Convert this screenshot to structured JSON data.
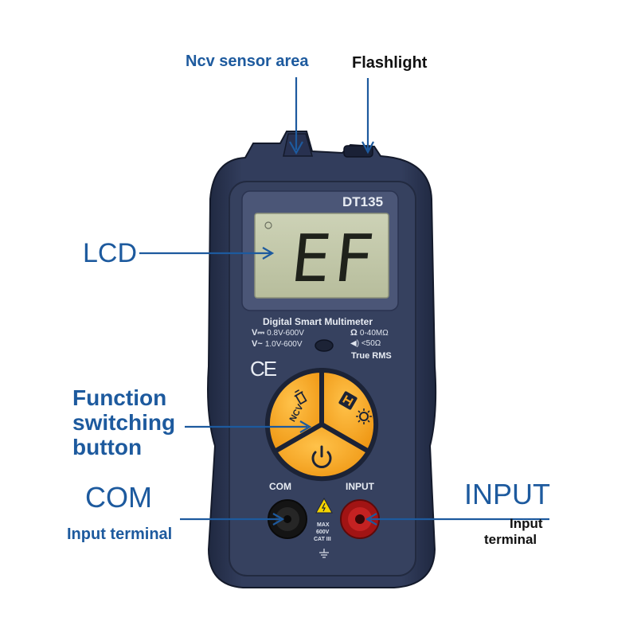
{
  "callouts": {
    "ncv": "Ncv sensor area",
    "flashlight": "Flashlight",
    "lcd": "LCD",
    "function_line1": "Function",
    "function_line2": "switching",
    "function_line3": "button",
    "com": "COM",
    "com_sub": "Input terminal",
    "input": "INPUT",
    "input_sub_line1": "Input",
    "input_sub_line2": "terminal"
  },
  "device": {
    "model": "DT135",
    "display_reading": "EF",
    "name": "Digital Smart Multimeter",
    "spec_dcv": "0.8V-600V",
    "spec_acv": "1.0V-600V",
    "spec_ohm": "0-40MΩ",
    "spec_continuity": "<50Ω",
    "true_rms": "True RMS",
    "ce_mark": "CE",
    "com_port_label": "COM",
    "input_port_label": "INPUT",
    "warning_line1": "MAX",
    "warning_line2": "600V",
    "warning_line3": "CAT III",
    "ncv_button_text": "NCV"
  },
  "colors": {
    "callout_blue": "#1d5a9e",
    "body_navy": "#2b3552",
    "button_orange": "#f5a623",
    "lcd_green": "#c9cfb0",
    "input_red": "#b01818"
  }
}
